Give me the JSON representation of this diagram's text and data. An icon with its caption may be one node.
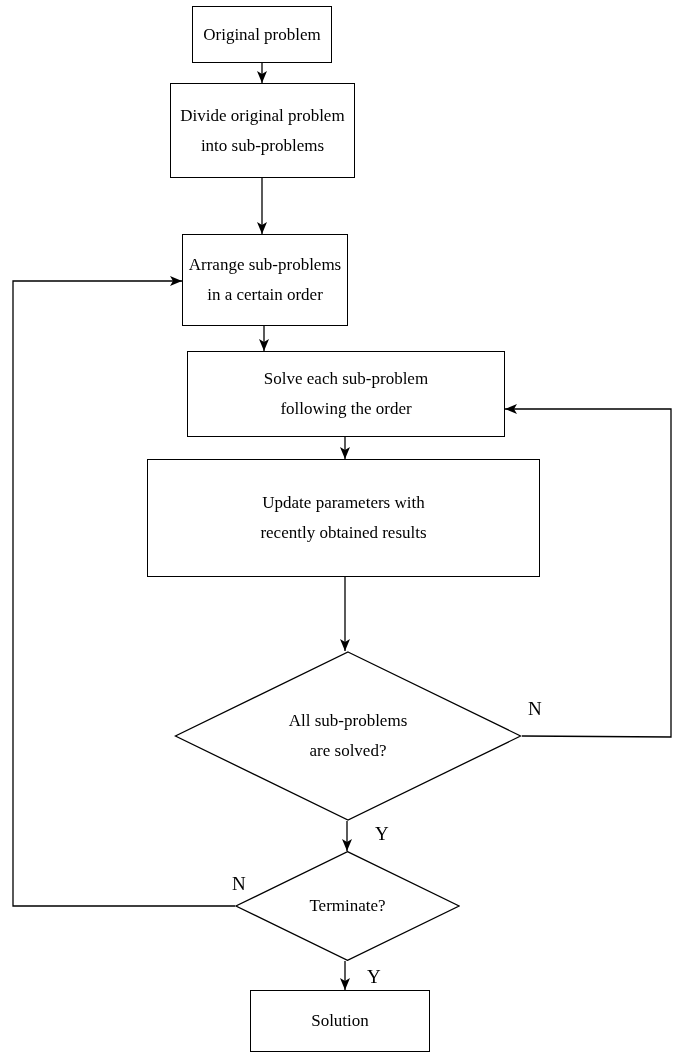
{
  "diagram": {
    "nodes": [
      {
        "text": [
          "Original problem"
        ]
      },
      {
        "text": [
          "Divide original problem into sub-problems"
        ]
      },
      {
        "text": [
          "Arrange sub-problems in a certain order"
        ]
      },
      {
        "text": [
          "Solve each sub-problem following the order"
        ]
      },
      {
        "text": [
          "Update parameters with recently obtained results"
        ]
      },
      {
        "text": [
          "All sub-problems are solved?"
        ]
      },
      {
        "text": [
          "Terminate?"
        ]
      },
      {
        "text": [
          "Solution"
        ]
      }
    ],
    "edges": [
      {
        "from": 0,
        "to": 1,
        "arrow": "to"
      },
      {
        "from": 1,
        "to": 2,
        "arrow": "to"
      },
      {
        "from": 2,
        "to": 3,
        "arrow": "to"
      },
      {
        "from": 3,
        "to": 4,
        "arrow": "to"
      },
      {
        "from": 4,
        "to": 5,
        "arrow": "to"
      },
      {
        "from": 5,
        "to": 6,
        "arrow": "to",
        "label": "Y"
      },
      {
        "from": 6,
        "to": 7,
        "arrow": "to",
        "label": "Y"
      },
      {
        "from": 6,
        "to": 2,
        "arrow": "to",
        "label": "N"
      },
      {
        "from": 5,
        "to": 3,
        "arrow": "to",
        "label": "N"
      }
    ]
  }
}
